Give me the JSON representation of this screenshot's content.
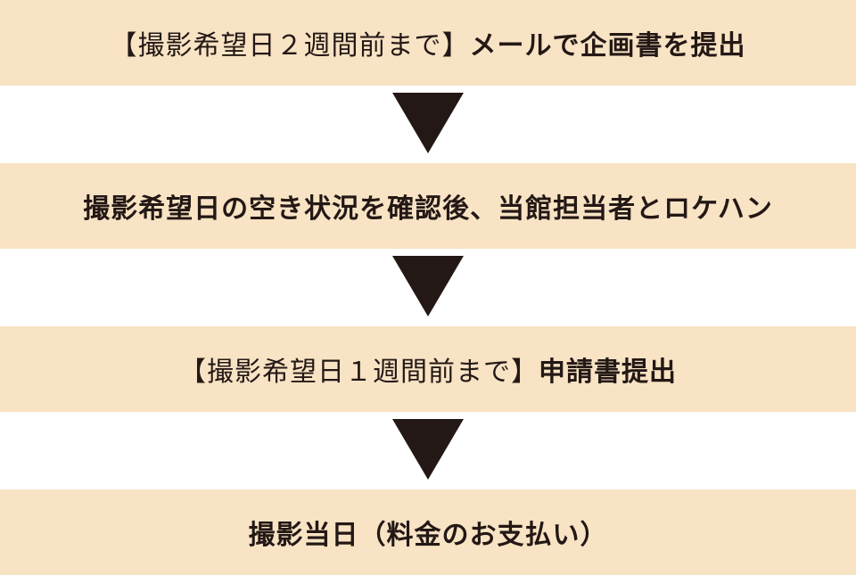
{
  "steps": [
    {
      "prefix": "【撮影希望日２週間前まで】",
      "main": "メールで企画書を提出"
    },
    {
      "prefix": "",
      "main": "撮影希望日の空き状況を確認後、当館担当者とロケハン"
    },
    {
      "prefix": "【撮影希望日１週間前まで】",
      "main": "申請書提出"
    },
    {
      "prefix": "",
      "main": "撮影当日（料金のお支払い）"
    }
  ],
  "colors": {
    "box_fill": "#f8e3c4",
    "arrow": "#231815",
    "text": "#231815"
  },
  "icons": {
    "arrow": "down-triangle-icon"
  }
}
